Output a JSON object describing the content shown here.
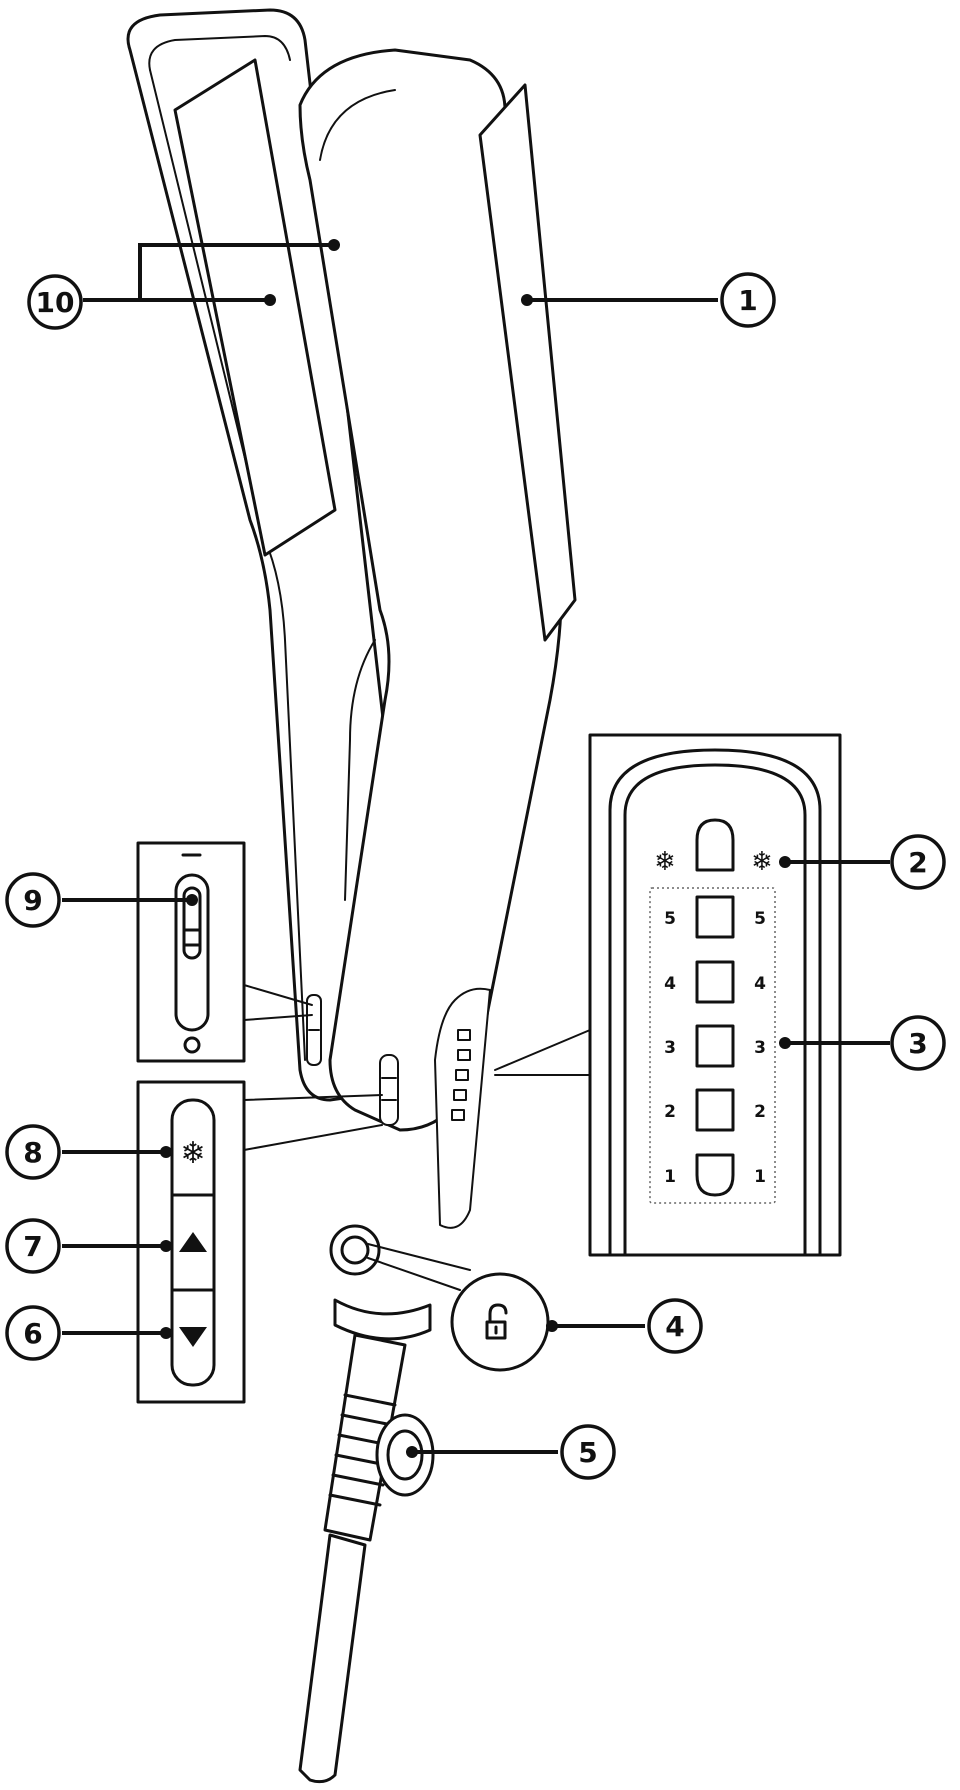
{
  "callouts": [
    {
      "id": "1",
      "label": "1"
    },
    {
      "id": "2",
      "label": "2"
    },
    {
      "id": "3",
      "label": "3"
    },
    {
      "id": "4",
      "label": "4"
    },
    {
      "id": "5",
      "label": "5"
    },
    {
      "id": "6",
      "label": "6"
    },
    {
      "id": "7",
      "label": "7"
    },
    {
      "id": "8",
      "label": "8"
    },
    {
      "id": "9",
      "label": "9"
    },
    {
      "id": "10",
      "label": "10"
    }
  ],
  "display_panel": {
    "levels_left": [
      "5",
      "4",
      "3",
      "2",
      "1"
    ],
    "levels_right": [
      "5",
      "4",
      "3",
      "2",
      "1"
    ],
    "cool_icon": "snowflake-icon"
  },
  "switch_panel": {
    "on_mark": "I",
    "off_mark": "O"
  },
  "button_panel": {
    "cool_button_icon": "snowflake-icon",
    "up_icon": "triangle-up-icon",
    "down_icon": "triangle-down-icon"
  },
  "lock_icon": "unlock-icon"
}
